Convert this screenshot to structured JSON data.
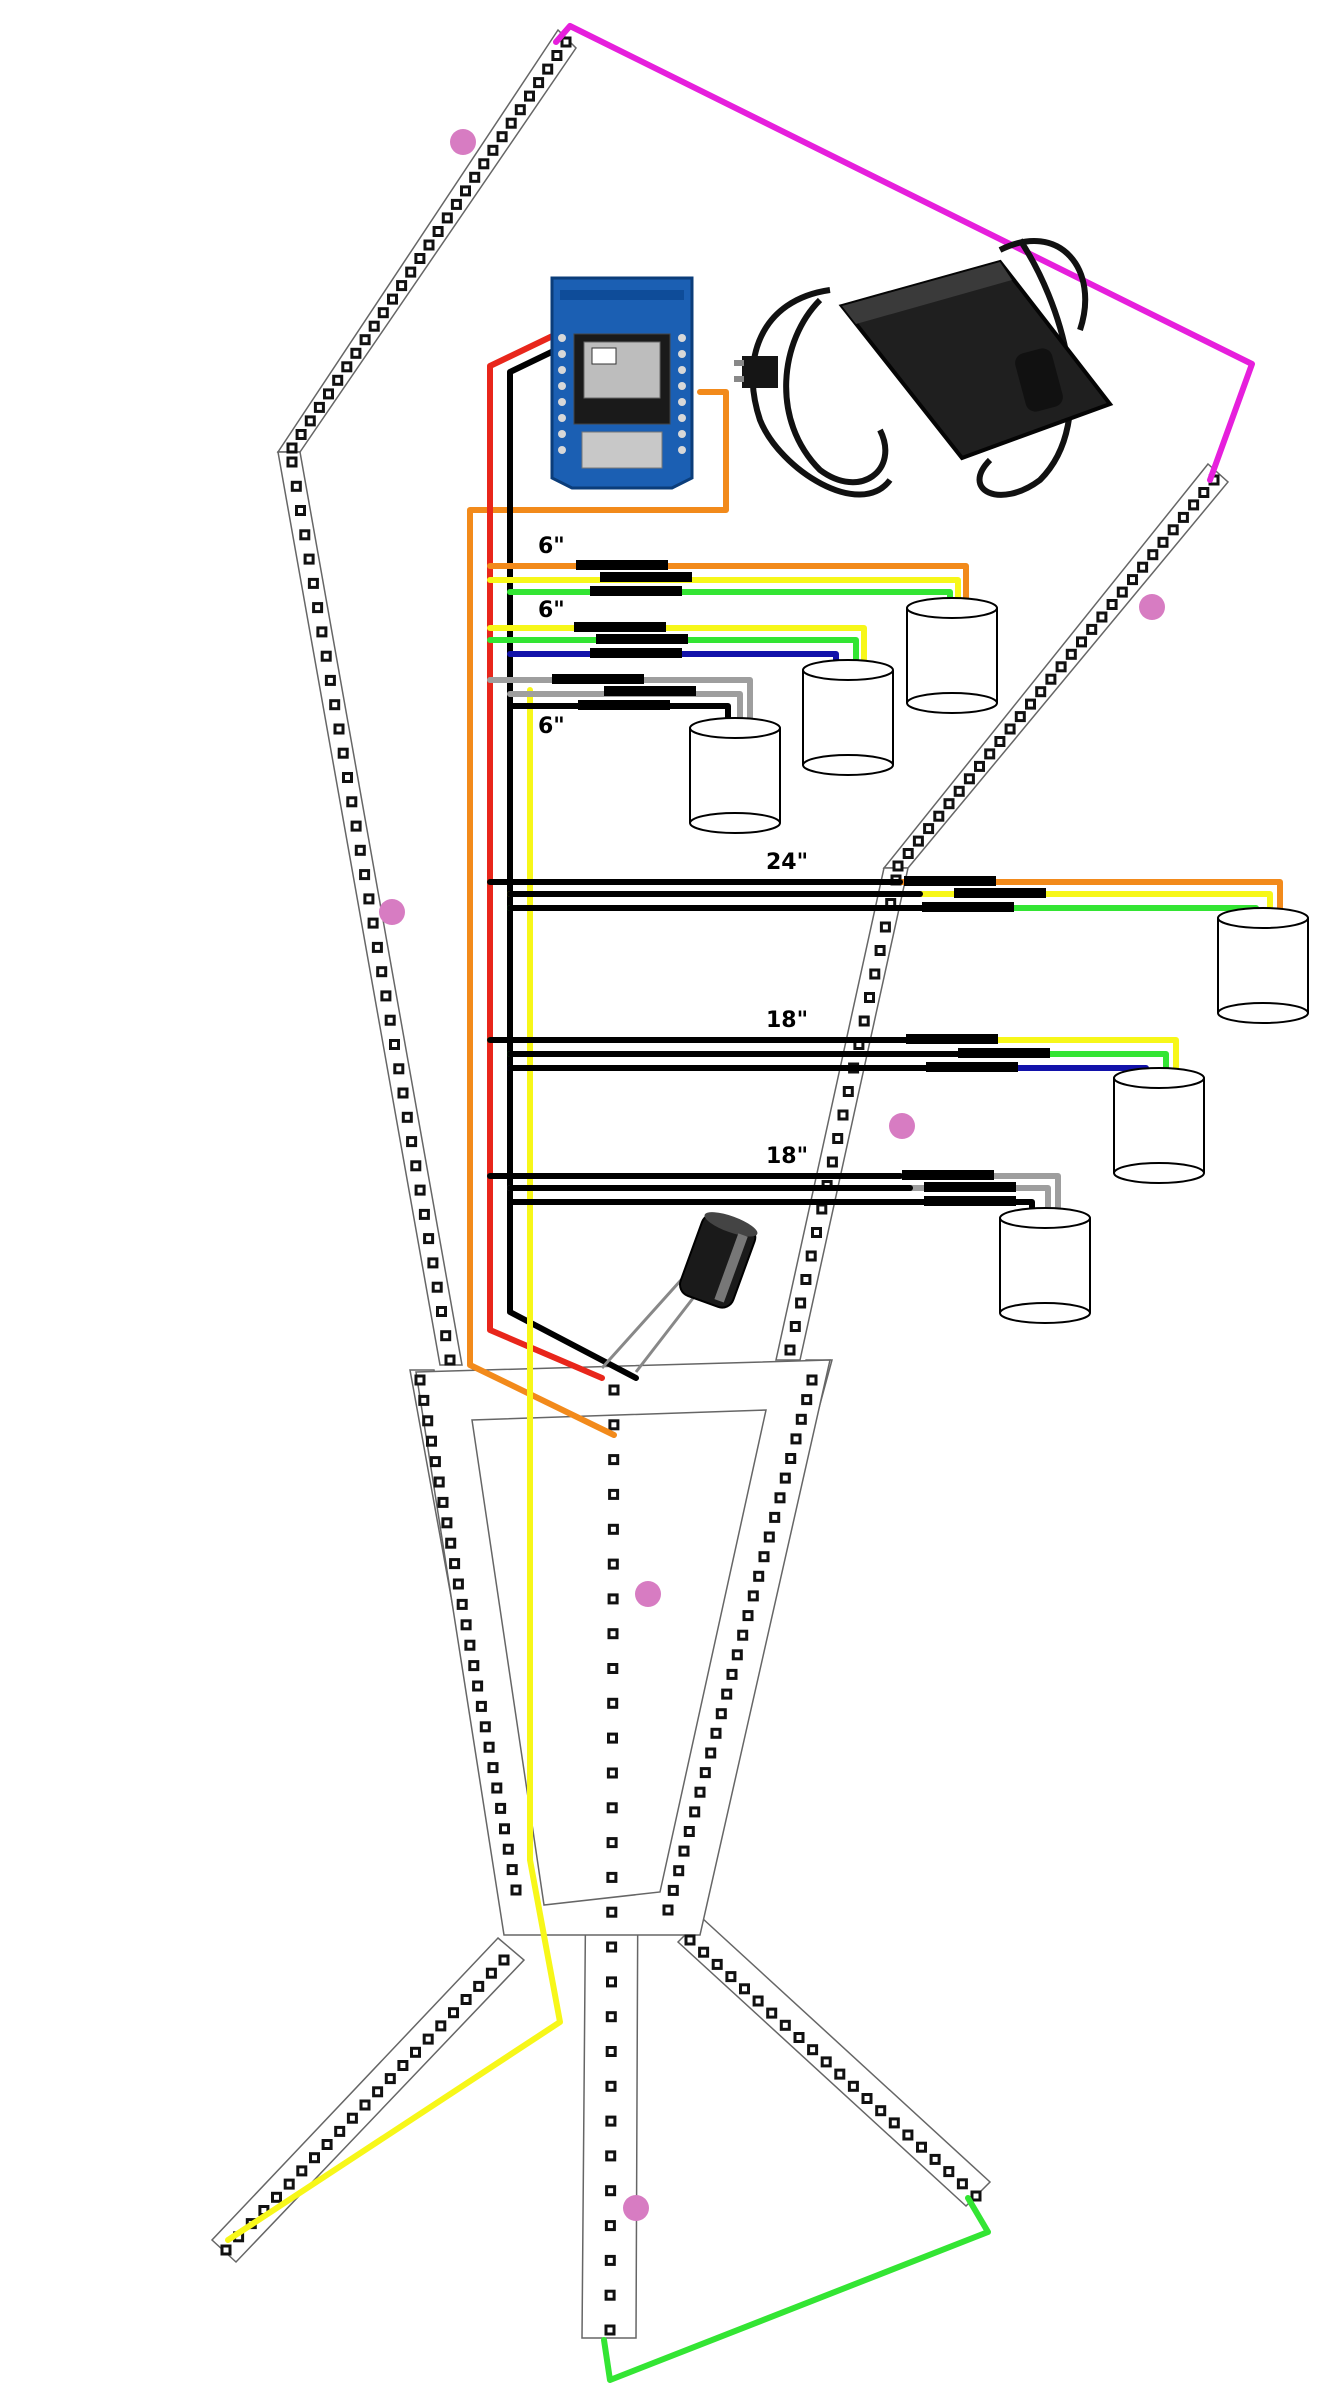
{
  "wire_labels": [
    "6\"",
    "6\"",
    "6\"",
    "24\"",
    "18\"",
    "18\""
  ],
  "colors": {
    "power": "#e8261b",
    "ground": "#000000",
    "data": "#f28a1b",
    "yellow": "#f7f719",
    "green": "#33e533",
    "blue": "#1212aa",
    "grey": "#9e9e9e",
    "magenta": "#e61fdc",
    "marker": "#d77cc2"
  },
  "icons": {
    "controller": "wemos-d1-mini-board-icon",
    "power_supply": "ac-power-adapter-icon",
    "capacitor": "electrolytic-capacitor-icon",
    "fixture": "cylinder-light-icon"
  }
}
